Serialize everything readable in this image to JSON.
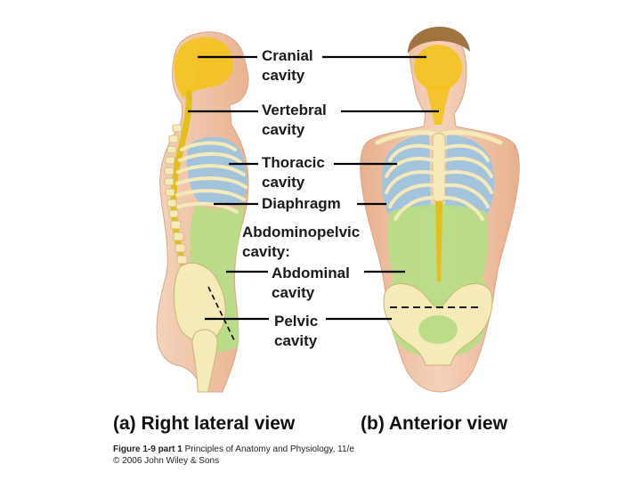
{
  "labels": {
    "cranial": [
      "Cranial",
      "cavity"
    ],
    "vertebral": [
      "Vertebral",
      "cavity"
    ],
    "thoracic": [
      "Thoracic",
      "cavity"
    ],
    "diaphragm": "Diaphragm",
    "abdominopelvic": [
      "Abdominopelvic",
      "cavity:"
    ],
    "abdominal": [
      "Abdominal",
      "cavity"
    ],
    "pelvic": [
      "Pelvic",
      "cavity"
    ]
  },
  "views": {
    "lateral": "(a) Right lateral view",
    "anterior": "(b) Anterior view"
  },
  "caption": {
    "figure": "Figure 1-9 part 1",
    "book": "Principles of Anatomy and Physiology, 11/e",
    "copyright": "© 2006 John Wiley & Sons"
  },
  "colors": {
    "cranial_cavity": "#f3c21e",
    "vertebral_canal": "#e3bd1c",
    "thoracic_cavity": "#9dc3df",
    "abdominopelvic_cavity": "#b7dc86",
    "skin": "#f0c2a3",
    "bone": "#f6eab8",
    "leader_lines": "#000000"
  }
}
